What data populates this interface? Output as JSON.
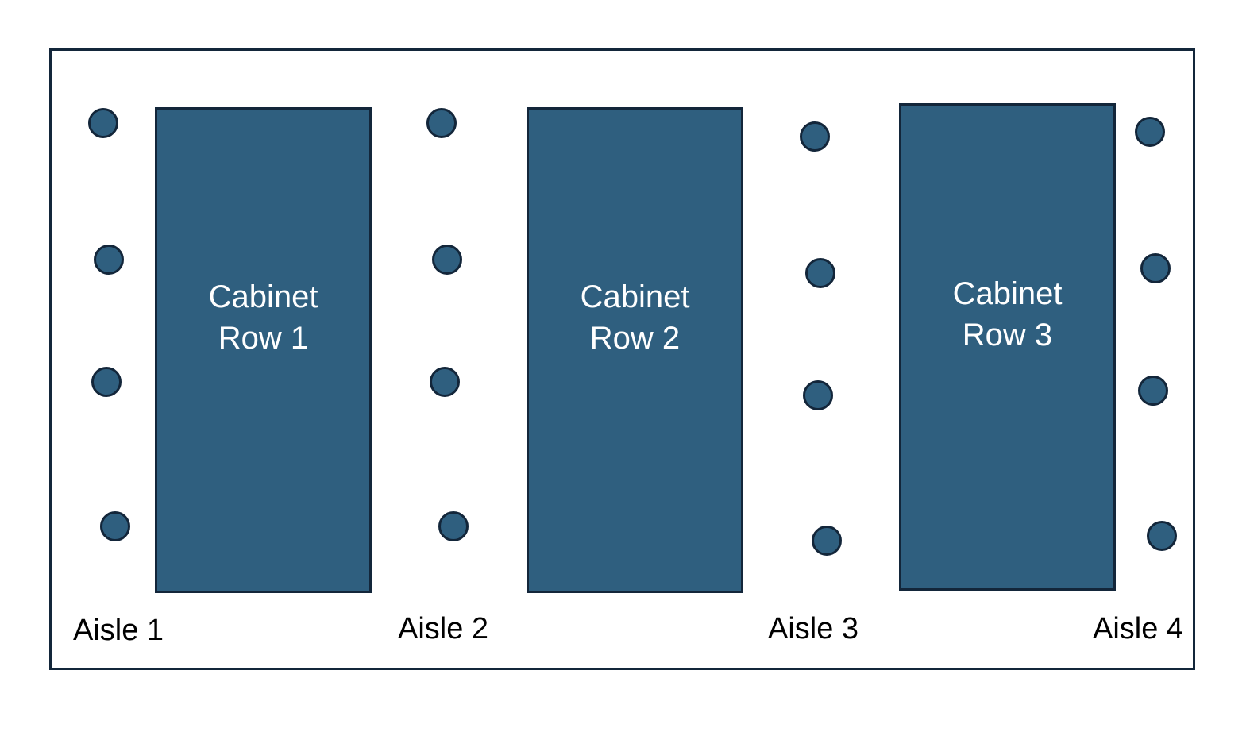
{
  "cabinets": [
    {
      "line1": "Cabinet",
      "line2": "Row 1"
    },
    {
      "line1": "Cabinet",
      "line2": "Row 2"
    },
    {
      "line1": "Cabinet",
      "line2": "Row 3"
    }
  ],
  "aisles": [
    "Aisle 1",
    "Aisle 2",
    "Aisle 3",
    "Aisle 4"
  ],
  "colors": {
    "cabinet_fill": "#2f5f7f",
    "outline": "#13263a",
    "background": "#ffffff"
  }
}
